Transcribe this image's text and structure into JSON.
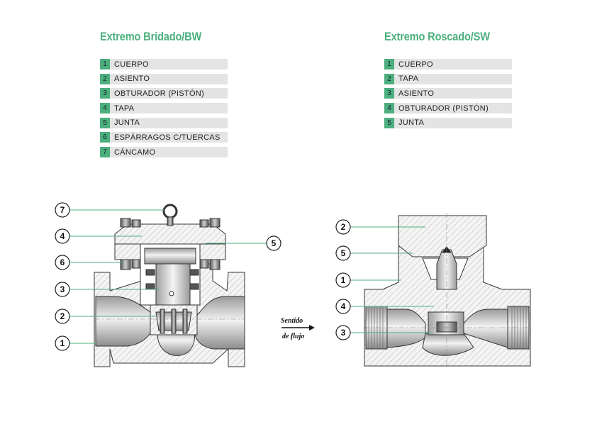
{
  "colors": {
    "accent": "#4caf7d",
    "leader": "#4caf7d",
    "label_bg": "#e4e4e4",
    "hatch": "#9a9a9a"
  },
  "left": {
    "title": "Extremo Bridado/BW",
    "parts": [
      {
        "num": "1",
        "label": "CUERPO"
      },
      {
        "num": "2",
        "label": "ASIENTO"
      },
      {
        "num": "3",
        "label": "OBTURADOR (PISTÓN)"
      },
      {
        "num": "4",
        "label": "TAPA"
      },
      {
        "num": "5",
        "label": "JUNTA"
      },
      {
        "num": "6",
        "label": "ESPÁRRAGOS C/TUERCAS"
      },
      {
        "num": "7",
        "label": "CÁNCAMO"
      }
    ],
    "callouts": [
      "7",
      "4",
      "5",
      "6",
      "3",
      "2",
      "1"
    ]
  },
  "right": {
    "title": "Extremo Roscado/SW",
    "parts": [
      {
        "num": "1",
        "label": "CUERPO"
      },
      {
        "num": "2",
        "label": "TAPA"
      },
      {
        "num": "3",
        "label": "ASIENTO"
      },
      {
        "num": "4",
        "label": "OBTURADOR (PISTÓN)"
      },
      {
        "num": "5",
        "label": "JUNTA"
      }
    ],
    "callouts": [
      "2",
      "5",
      "1",
      "4",
      "3"
    ]
  },
  "flow": {
    "line1": "Sentido",
    "line2": "de flujo"
  }
}
